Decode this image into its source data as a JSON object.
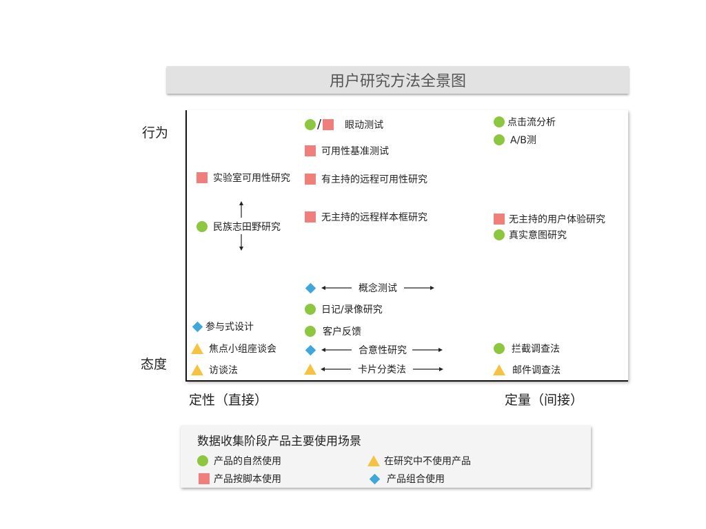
{
  "title": "用户研究方法全景图",
  "axes": {
    "y_top": "行为",
    "y_bottom": "态度",
    "x_left": "定性（直接）",
    "x_right": "定量（间接）"
  },
  "methods": {
    "eyetracking": "眼动测试",
    "usability_benchmark": "可用性基准测试",
    "moderated_remote": "有主持的远程可用性研究",
    "unmoderated_panel": "无主持的远程样本框研究",
    "lab_usability": "实验室可用性研究",
    "ethnographic": "民族志田野研究",
    "clickstream": "点击流分析",
    "ab_test": "A/B测",
    "unmoderated_ux": "无主持的用户体验研究",
    "true_intent": "真实意图研究",
    "concept_testing": "概念测试",
    "diary": "日记/录像研究",
    "feedback": "客户反馈",
    "participatory": "参与式设计",
    "focus_group": "焦点小组座谈会",
    "interview": "访谈法",
    "desirability": "合意性研究",
    "card_sort": "卡片分类法",
    "intercept": "拦截调查法",
    "email_survey": "邮件调查法"
  },
  "legend": {
    "title": "数据收集阶段产品主要使用场景",
    "natural": "产品的自然使用",
    "scripted": "产品按脚本使用",
    "not_used": "在研究中不使用产品",
    "combination": "产品组合使用"
  },
  "colors": {
    "circle": "#8dc63f",
    "square": "#f07f7b",
    "triangle": "#f5c242",
    "diamond": "#3fa8d8"
  }
}
